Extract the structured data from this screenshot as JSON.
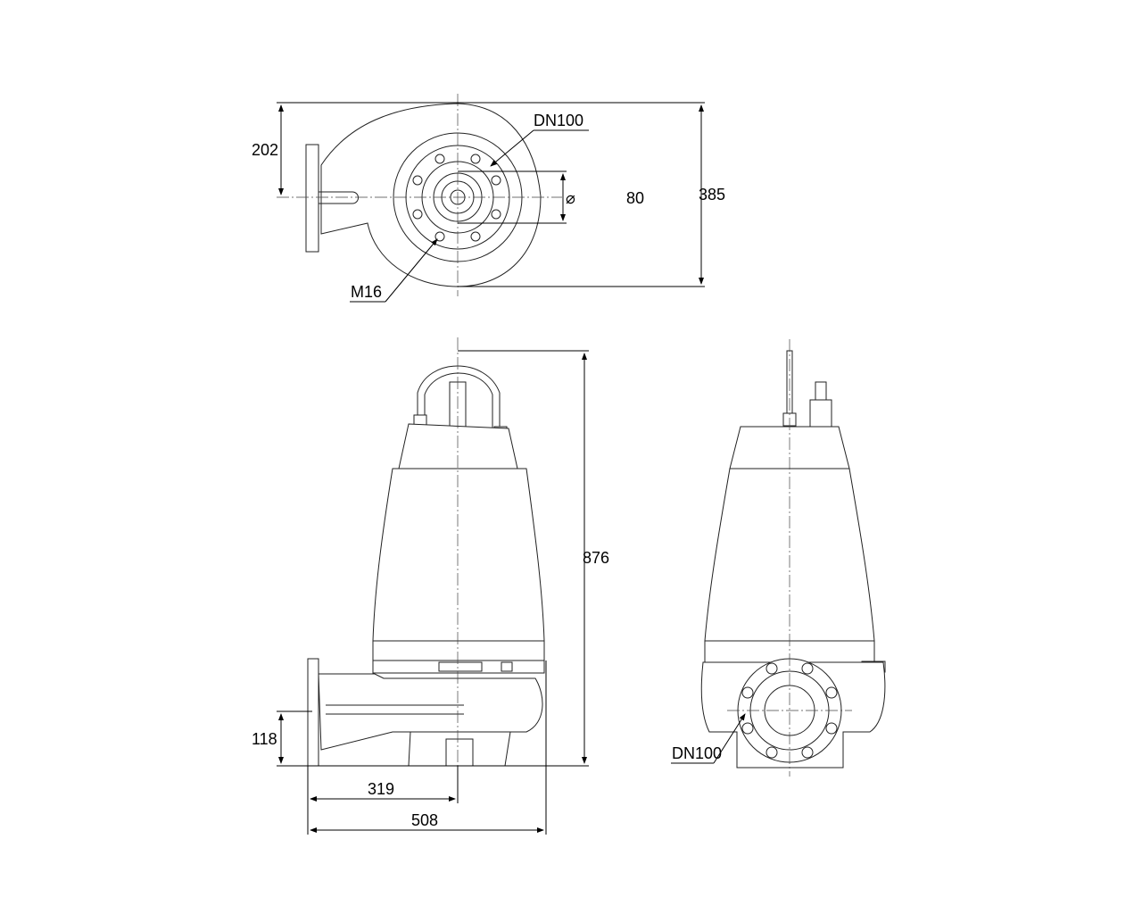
{
  "top_view": {
    "dim_height_to_center": "202",
    "dim_total_height": "385",
    "dim_diameter_symbol": "⌀",
    "dim_diameter": "80",
    "label_flange": "DN100",
    "label_bolt": "M16"
  },
  "front_view": {
    "dim_total_height": "876",
    "dim_outlet_height": "118",
    "dim_outlet_to_center": "319",
    "dim_total_width": "508"
  },
  "side_view": {
    "label_flange": "DN100"
  }
}
